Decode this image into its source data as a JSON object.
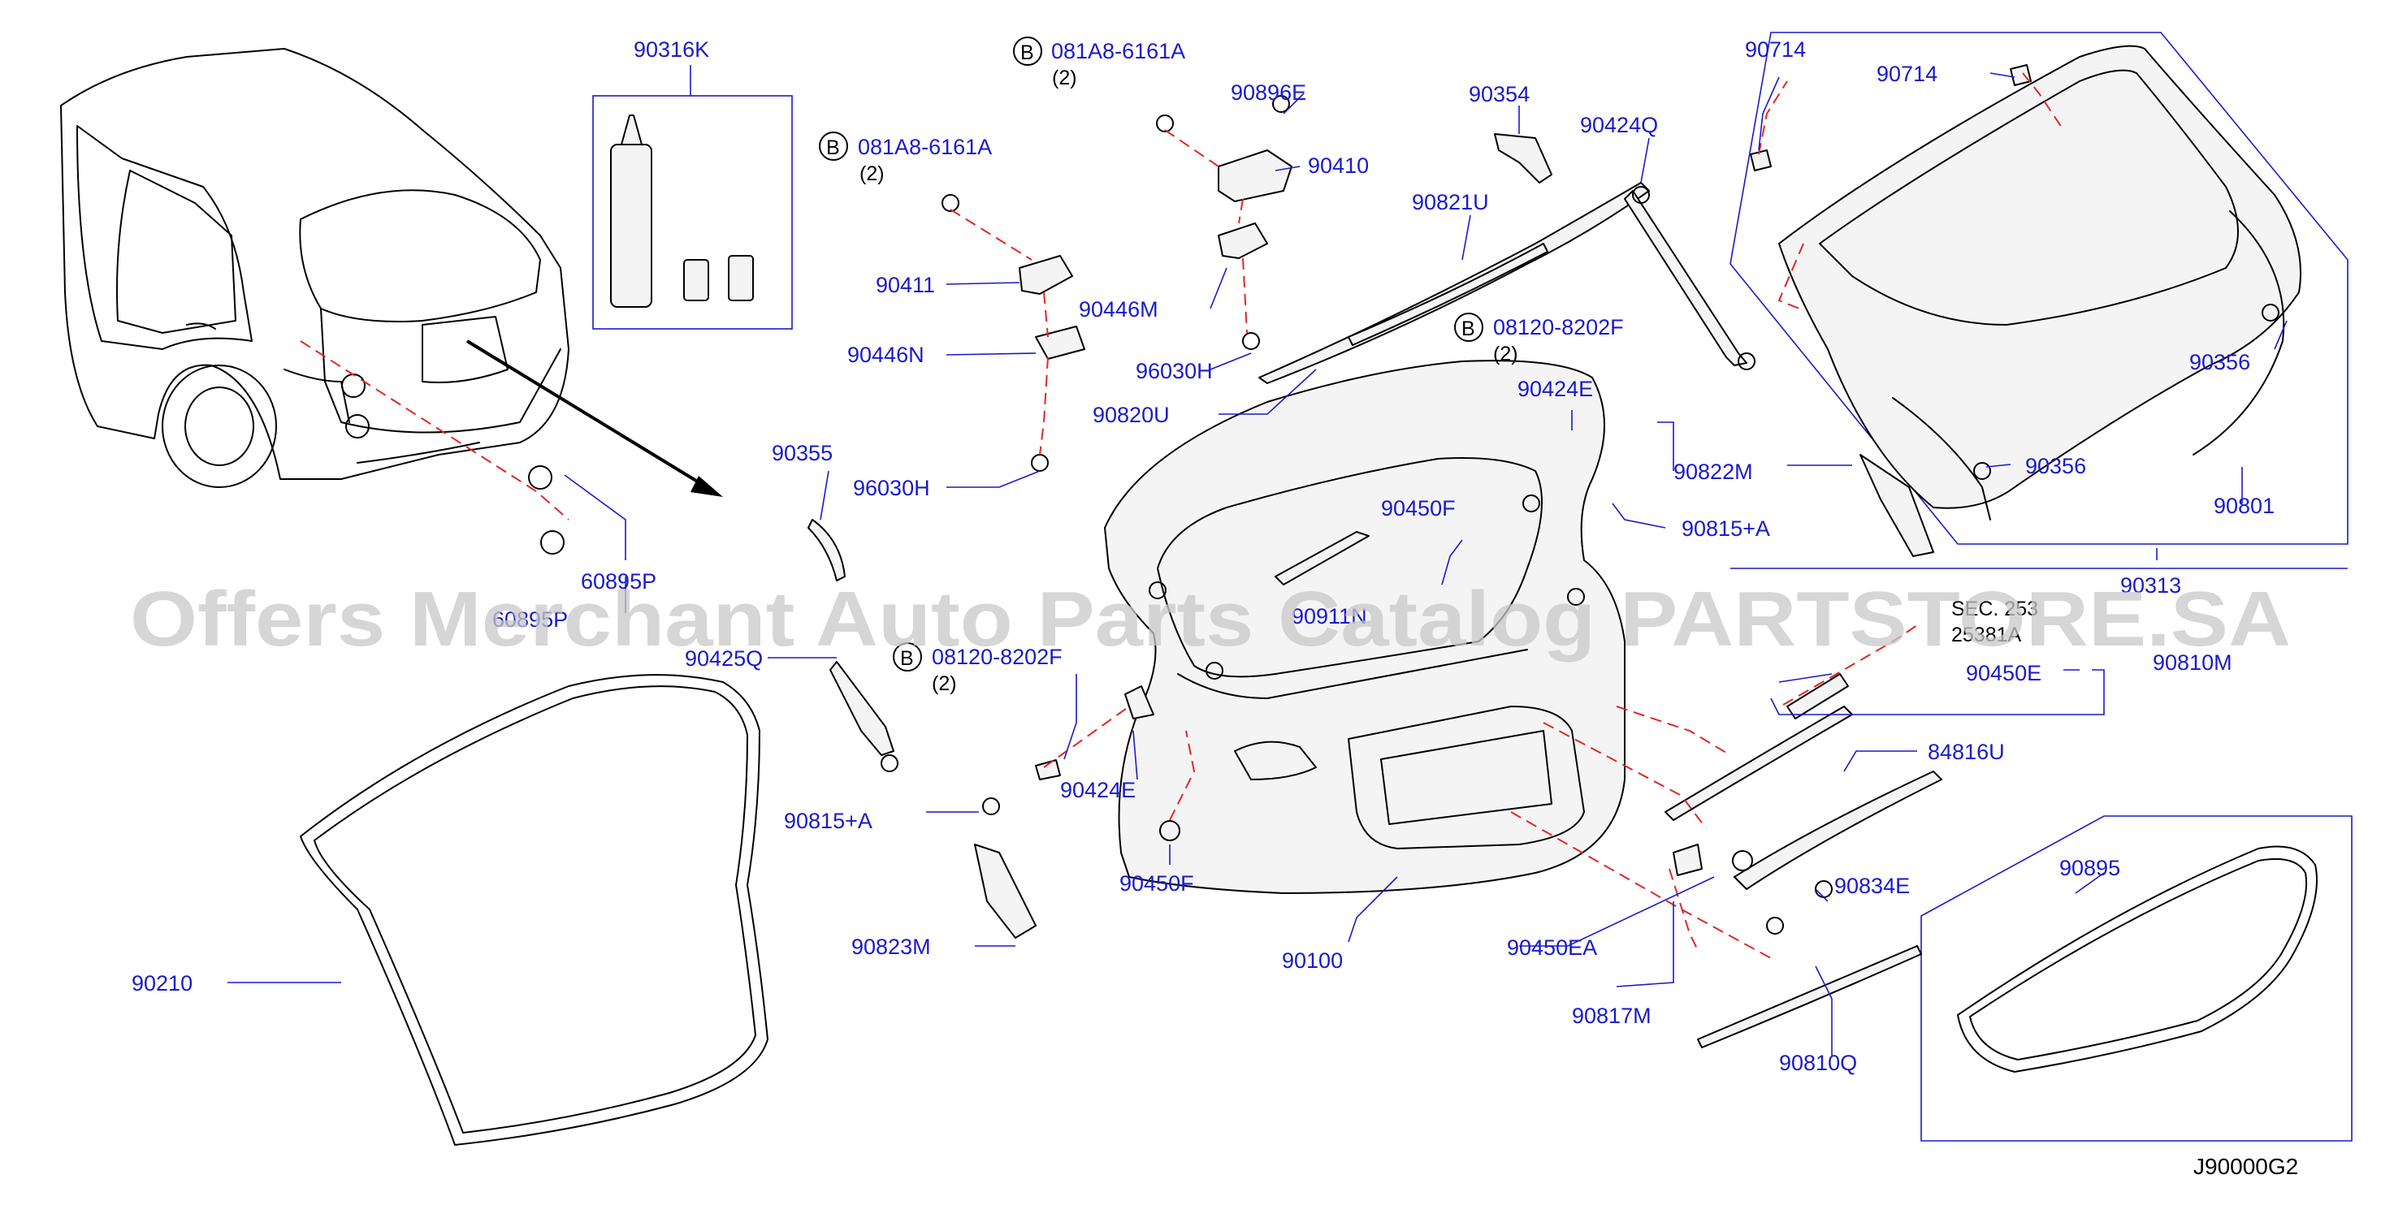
{
  "diagram": {
    "reference_code": "J90000G2",
    "watermark": "Offers Merchant Auto Parts Catalog PARTSTORE.SA",
    "callouts": [
      {
        "id": "90316K",
        "text": "90316K"
      },
      {
        "id": "081A8-6161A-top",
        "text": "081A8-6161A",
        "qty": "(2)",
        "badge": "B"
      },
      {
        "id": "081A8-6161A-left",
        "text": "081A8-6161A",
        "qty": "(2)",
        "badge": "B"
      },
      {
        "id": "90896E",
        "text": "90896E"
      },
      {
        "id": "90410",
        "text": "90410"
      },
      {
        "id": "90354",
        "text": "90354"
      },
      {
        "id": "90424Q",
        "text": "90424Q"
      },
      {
        "id": "90821U",
        "text": "90821U"
      },
      {
        "id": "90411",
        "text": "90411"
      },
      {
        "id": "90446M",
        "text": "90446M"
      },
      {
        "id": "90446N",
        "text": "90446N"
      },
      {
        "id": "96030H-a",
        "text": "96030H"
      },
      {
        "id": "96030H-b",
        "text": "96030H"
      },
      {
        "id": "90820U",
        "text": "90820U"
      },
      {
        "id": "08120-8202F-right",
        "text": "08120-8202F",
        "qty": "(2)",
        "badge": "B"
      },
      {
        "id": "90424E-right",
        "text": "90424E"
      },
      {
        "id": "90822M",
        "text": "90822M"
      },
      {
        "id": "90815+A-right",
        "text": "90815+A"
      },
      {
        "id": "90355",
        "text": "90355"
      },
      {
        "id": "90450F-top",
        "text": "90450F"
      },
      {
        "id": "60895P-a",
        "text": "60895P"
      },
      {
        "id": "60895P-b",
        "text": "60895P"
      },
      {
        "id": "90911N",
        "text": "90911N"
      },
      {
        "id": "90425Q",
        "text": "90425Q"
      },
      {
        "id": "08120-8202F-left",
        "text": "08120-8202F",
        "qty": "(2)",
        "badge": "B"
      },
      {
        "id": "90424E-left",
        "text": "90424E"
      },
      {
        "id": "90815+A-left",
        "text": "90815+A"
      },
      {
        "id": "90450F-bottom",
        "text": "90450F"
      },
      {
        "id": "90823M",
        "text": "90823M"
      },
      {
        "id": "90100",
        "text": "90100"
      },
      {
        "id": "90210",
        "text": "90210"
      },
      {
        "id": "90714-a",
        "text": "90714"
      },
      {
        "id": "90714-b",
        "text": "90714"
      },
      {
        "id": "90356-a",
        "text": "90356"
      },
      {
        "id": "90356-b",
        "text": "90356"
      },
      {
        "id": "90801",
        "text": "90801"
      },
      {
        "id": "90313",
        "text": "90313"
      },
      {
        "id": "sec-ref",
        "text": "SEC. 253",
        "sub": "25381A"
      },
      {
        "id": "90450E",
        "text": "90450E"
      },
      {
        "id": "90810M",
        "text": "90810M"
      },
      {
        "id": "84816U",
        "text": "84816U"
      },
      {
        "id": "90834E",
        "text": "90834E"
      },
      {
        "id": "90450EA",
        "text": "90450EA"
      },
      {
        "id": "90817M",
        "text": "90817M"
      },
      {
        "id": "90810Q",
        "text": "90810Q"
      },
      {
        "id": "90895",
        "text": "90895"
      }
    ]
  },
  "colors": {
    "label_blue": "#1a1acc",
    "dashed_red": "#e32626",
    "line_black": "#000000",
    "watermark_grey": "#c8c8c8"
  }
}
